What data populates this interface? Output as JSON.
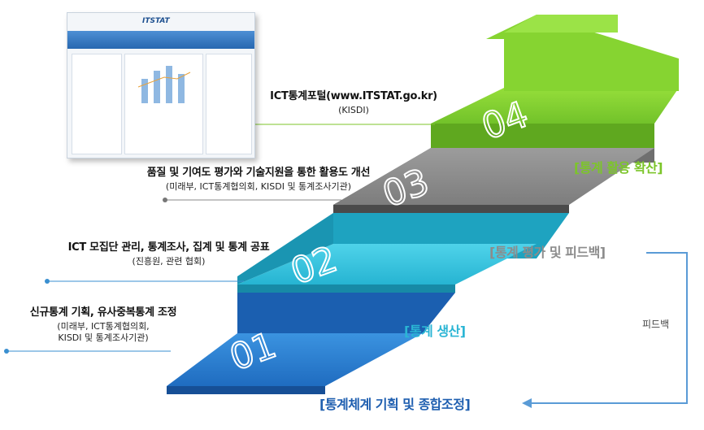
{
  "steps": [
    {
      "number": "01",
      "title": "신규통계 기획, 유사중복통계 조정",
      "sub": [
        "(미래부, ICT통계협의회,",
        "KISDI 및 통계조사기관)"
      ]
    },
    {
      "number": "02",
      "title": "ICT 모집단 관리, 통계조사, 집계 및 통계 공표",
      "sub": [
        "(진흥원, 관련 협회)"
      ]
    },
    {
      "number": "03",
      "title": "품질 및 기여도 평가와 기술지원을 통한 활용도 개선",
      "sub": [
        "(미래부, ICT통계협의회, KISDI 및 통계조사기관)"
      ]
    },
    {
      "number": "04",
      "title": "ICT통계포털(www.ITSTAT.go.kr)",
      "sub": [
        "(KISDI)"
      ]
    }
  ],
  "phases": {
    "planning": "[통계체계 기획 및 종합조정]",
    "production": "[통계 생산]",
    "evaluation": "[통계 평가 및 피드백]",
    "utilization": "[통계 활용 확산]"
  },
  "feedback_label": "피드백",
  "portal_logo": "ITSTAT",
  "colors": {
    "step1": "#2b7fd0",
    "step2": "#2ec0d9",
    "step3": "#8e8e8e",
    "step4": "#7fcc2c",
    "planning": "#1f5fb0",
    "production": "#2ab5d4",
    "evaluation": "#8c8c8c",
    "utilization": "#7cc52a",
    "connector": "#5a9bd6"
  }
}
